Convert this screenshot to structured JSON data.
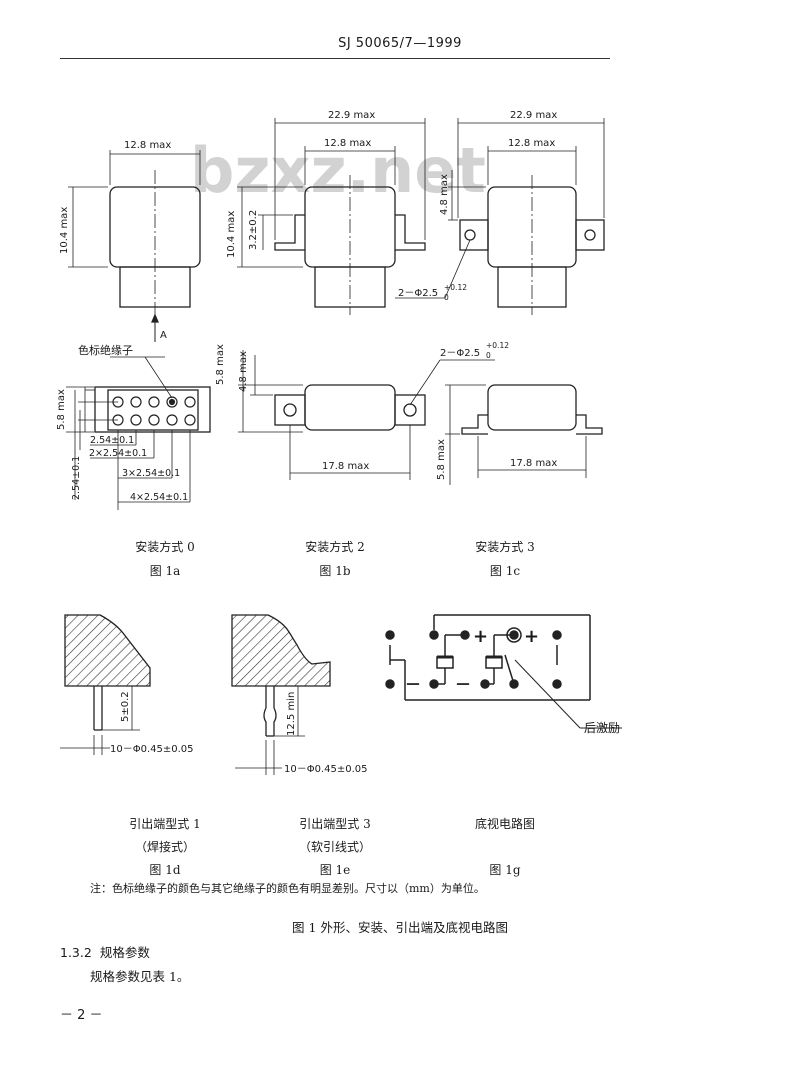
{
  "header": {
    "standard_code": "SJ 50065/7—1999"
  },
  "watermark": "bzxz.net",
  "figure_1a": {
    "dim_width": "12.8 max",
    "dim_height": "10.4 max",
    "view_marker": "A",
    "label_color_insulator": "色标绝缘子",
    "dim_pin_h": "5.8 max",
    "dim_row_pitch": "2.54±0.1",
    "dim_pitch_1": "2.54±0.1",
    "dim_pitch_2": "2×2.54±0.1",
    "dim_pitch_3": "3×2.54±0.1",
    "dim_pitch_4": "4×2.54±0.1",
    "caption_mount": "安装方式 0",
    "caption_fig": "图 1a"
  },
  "figure_1b": {
    "dim_overall": "22.9 max",
    "dim_body": "12.8 max",
    "dim_height": "10.4 max",
    "dim_flange_h": "3.2±0.2",
    "dim_hole": "2－Φ2.5",
    "tol_upper": "+0.12",
    "tol_lower": "0",
    "dim_side_h1": "5.8 max",
    "dim_side_h2": "4.8 max",
    "dim_side_hole": "2－Φ2.5",
    "dim_side_length": "17.8 max",
    "caption_mount": "安装方式 2",
    "caption_fig": "图 1b"
  },
  "figure_1c": {
    "dim_overall": "22.9 max",
    "dim_body": "12.8 max",
    "dim_top_h": "4.8 max",
    "dim_side_h": "5.8 max",
    "dim_side_length": "17.8 max",
    "caption_mount": "安装方式 3",
    "caption_fig": "图 1c"
  },
  "figure_1d": {
    "dim_pin_len": "5±0.2",
    "dim_pin_dia": "10－Φ0.45±0.05",
    "caption_type": "引出端型式 1",
    "caption_sub": "（焊接式）",
    "caption_fig": "图 1d"
  },
  "figure_1e": {
    "dim_pin_len": "12.5 min",
    "dim_pin_dia": "10－Φ0.45±0.05",
    "caption_type": "引出端型式 3",
    "caption_sub": "（软引线式）",
    "caption_fig": "图 1e"
  },
  "figure_1g": {
    "plus_1": "+",
    "plus_2": "+",
    "minus_1": "－",
    "minus_2": "－",
    "label_excitation": "后激励",
    "caption_type": "底视电路图",
    "caption_fig": "图 1g"
  },
  "note": "注：色标绝缘子的颜色与其它绝缘子的颜色有明显差别。尺寸以（mm）为单位。",
  "figure_title": "图 1    外形、安装、引出端及底视电路图",
  "section": {
    "number": "1.3.2",
    "title": "规格参数",
    "body": "规格参数见表 1。"
  },
  "page_number": "－ 2 －"
}
